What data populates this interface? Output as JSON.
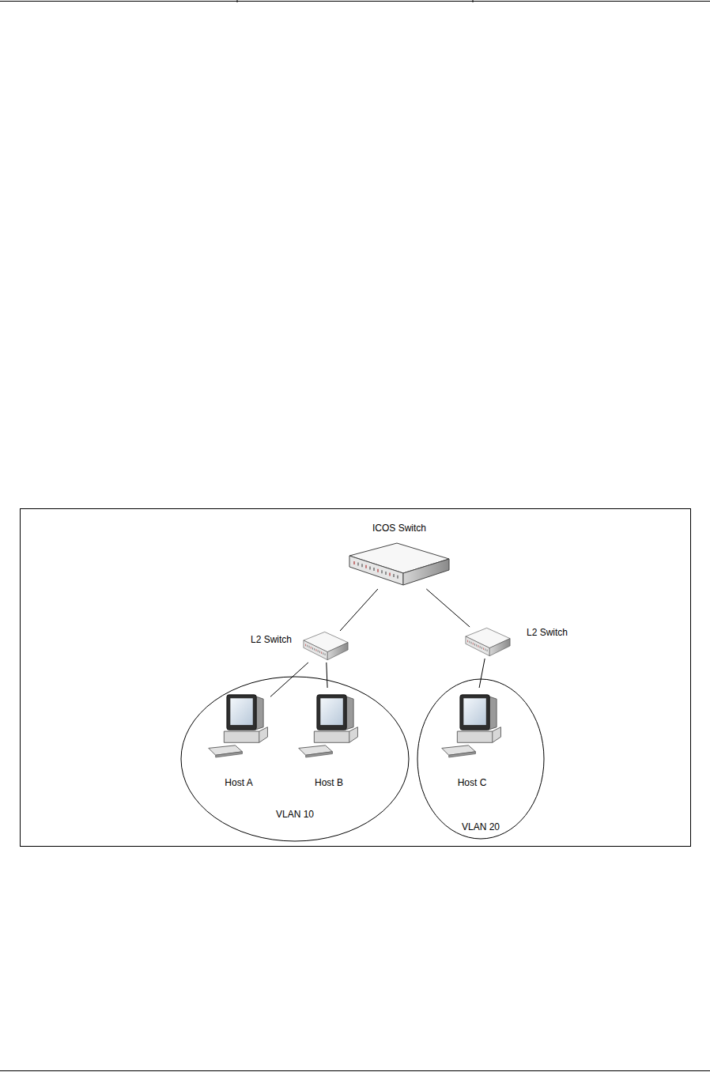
{
  "diagram": {
    "nodes": [
      {
        "text": [
          "ICOS Switch"
        ]
      },
      {
        "text": [
          "L2 Switch"
        ]
      },
      {
        "text": [
          "L2 Switch"
        ]
      },
      {
        "text": [
          "VLAN 10"
        ]
      },
      {
        "text": [
          "Host A"
        ],
        "in": 3
      },
      {
        "text": [
          "Host B"
        ],
        "in": 3
      },
      {
        "text": [
          "VLAN 20"
        ]
      },
      {
        "text": [
          "Host C"
        ],
        "in": 6
      }
    ],
    "edges": [
      {
        "from": 0,
        "to": 1,
        "arrow": "none"
      },
      {
        "from": 0,
        "to": 2,
        "arrow": "none"
      },
      {
        "from": 1,
        "to": 4,
        "arrow": "none"
      },
      {
        "from": 1,
        "to": 5,
        "arrow": "none"
      },
      {
        "from": 2,
        "to": 7,
        "arrow": "none"
      }
    ]
  }
}
